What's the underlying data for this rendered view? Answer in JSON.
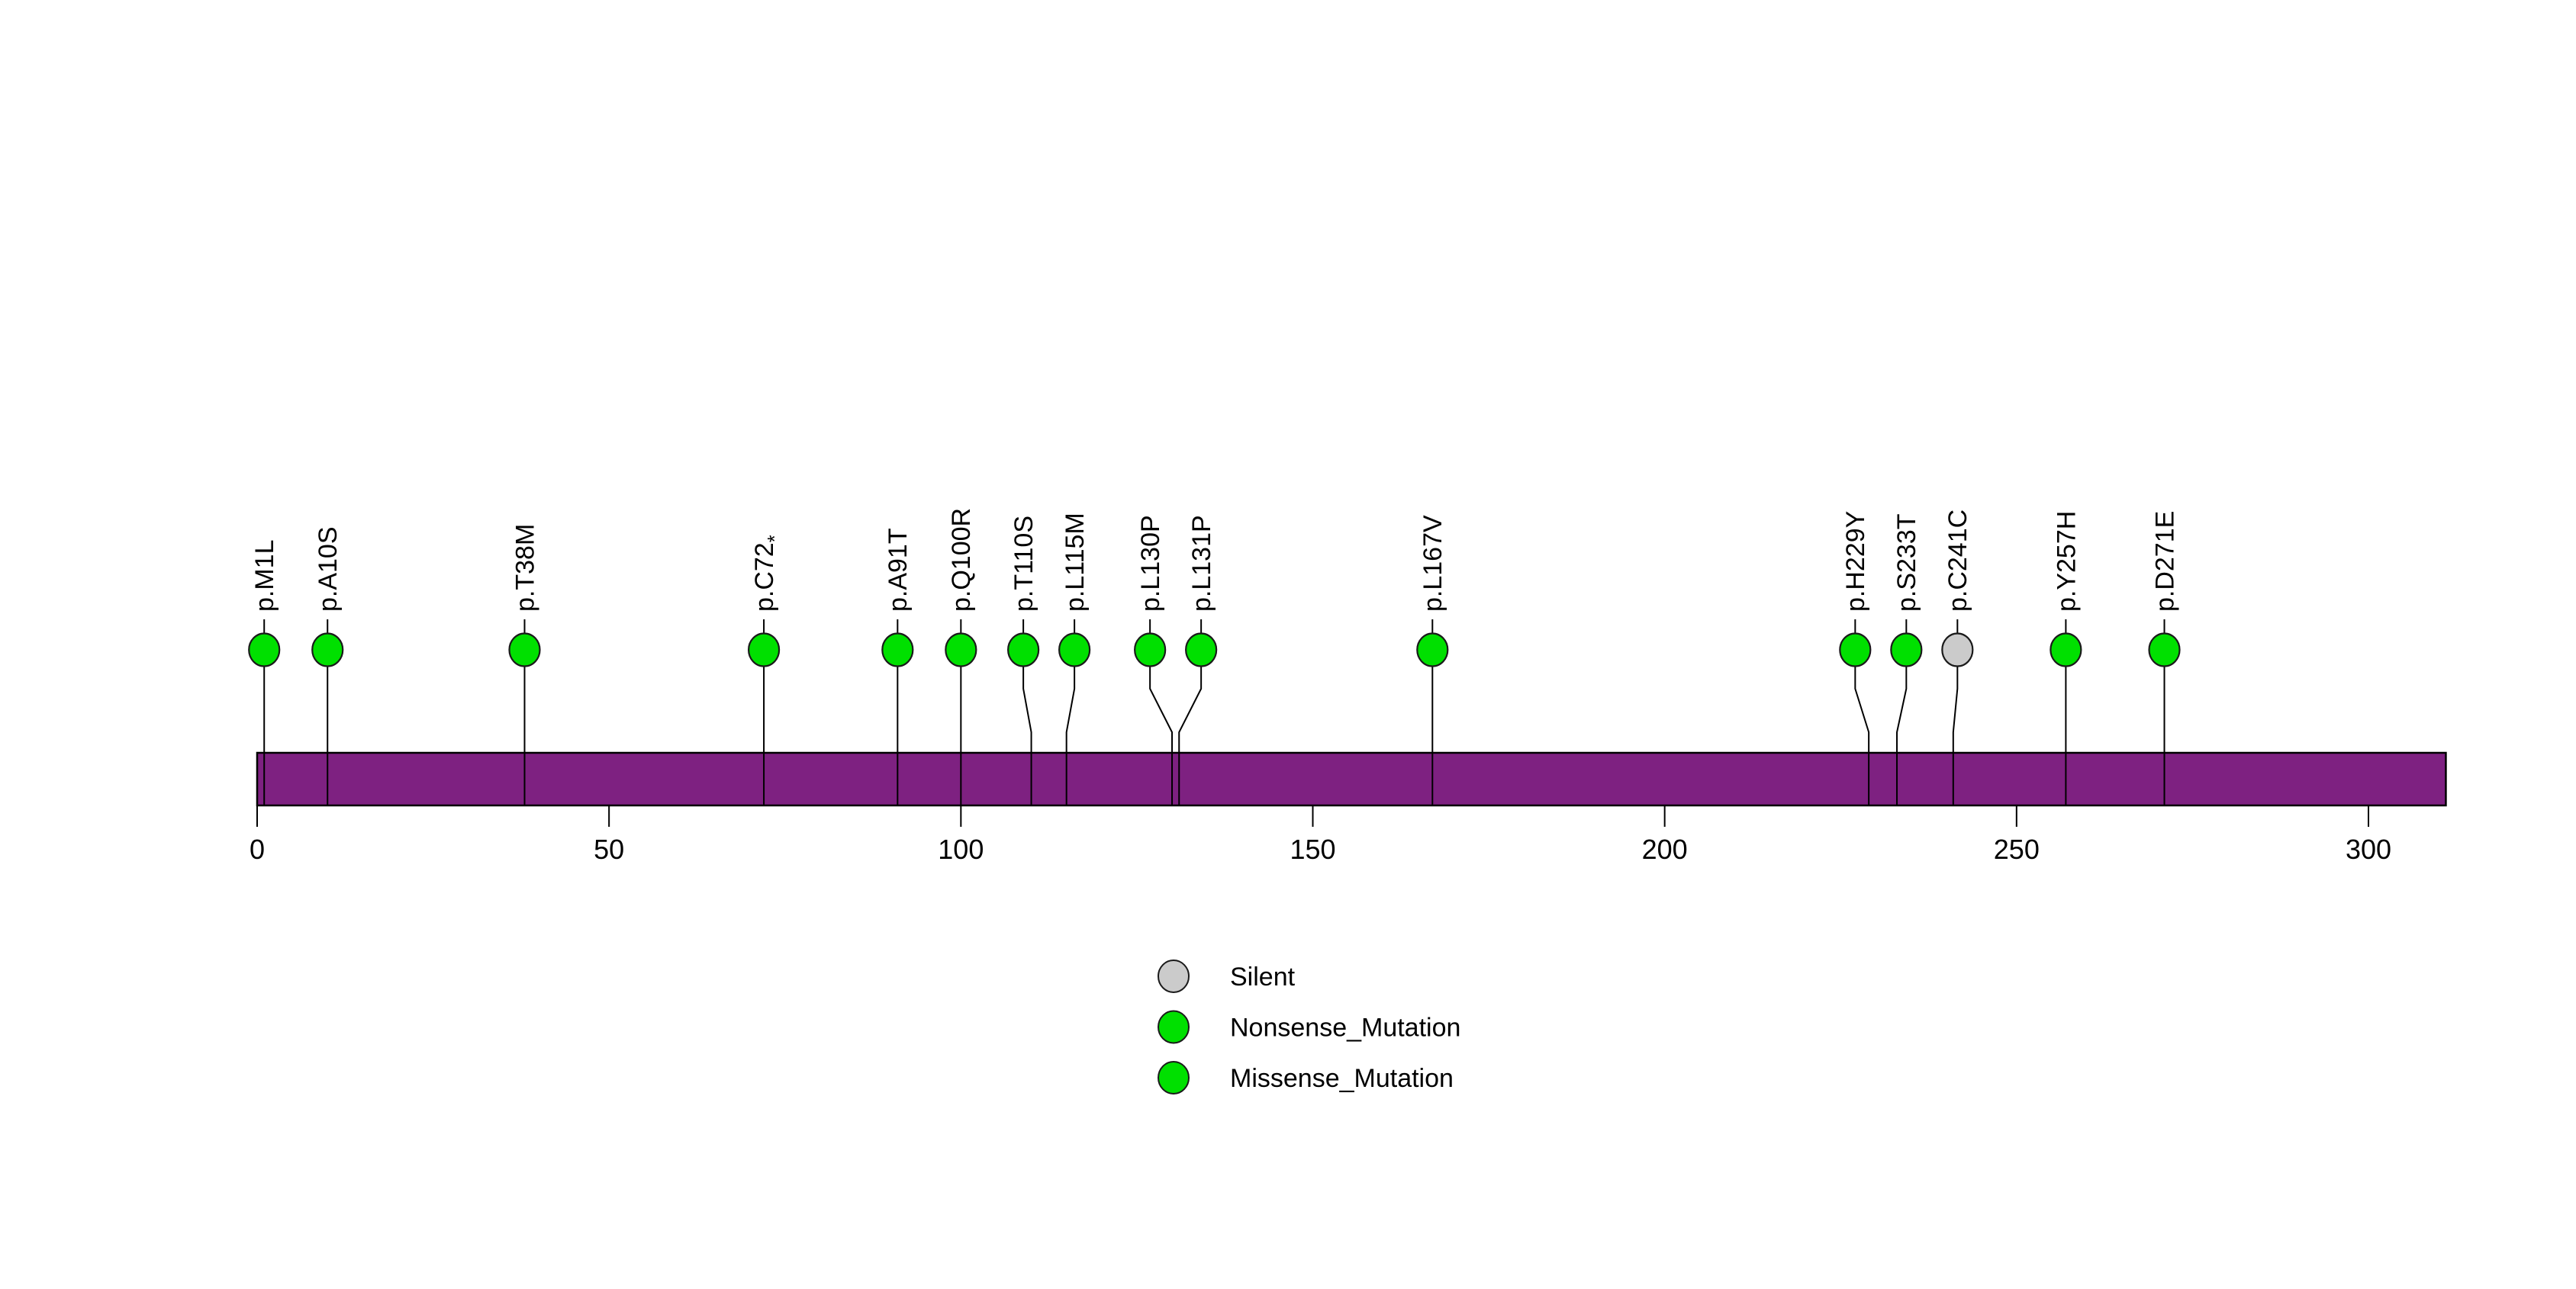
{
  "page": {
    "background": "#ffffff"
  },
  "chart_data": {
    "type": "lollipop",
    "protein_length": 311,
    "x_axis": {
      "min": 0,
      "max": 311,
      "ticks": [
        0,
        50,
        100,
        150,
        200,
        250,
        300
      ]
    },
    "backbone": {
      "color": "#7E2181",
      "start": 0,
      "end": 311
    },
    "classes": {
      "Silent": "#CBCBCB",
      "Nonsense_Mutation": "#00E000",
      "Missense_Mutation": "#00E000"
    },
    "mutations": [
      {
        "label": "p.M1L",
        "position": 1,
        "class": "Missense_Mutation"
      },
      {
        "label": "p.A10S",
        "position": 10,
        "class": "Missense_Mutation"
      },
      {
        "label": "p.T38M",
        "position": 38,
        "class": "Missense_Mutation"
      },
      {
        "label": "p.C72*",
        "position": 72,
        "class": "Nonsense_Mutation"
      },
      {
        "label": "p.A91T",
        "position": 91,
        "class": "Missense_Mutation"
      },
      {
        "label": "p.Q100R",
        "position": 100,
        "class": "Missense_Mutation"
      },
      {
        "label": "p.T110S",
        "position": 110,
        "class": "Missense_Mutation"
      },
      {
        "label": "p.L115M",
        "position": 115,
        "class": "Missense_Mutation"
      },
      {
        "label": "p.L130P",
        "position": 130,
        "class": "Missense_Mutation"
      },
      {
        "label": "p.L131P",
        "position": 131,
        "class": "Missense_Mutation"
      },
      {
        "label": "p.L167V",
        "position": 167,
        "class": "Missense_Mutation"
      },
      {
        "label": "p.H229Y",
        "position": 229,
        "class": "Missense_Mutation"
      },
      {
        "label": "p.S233T",
        "position": 233,
        "class": "Missense_Mutation"
      },
      {
        "label": "p.C241C",
        "position": 241,
        "class": "Silent"
      },
      {
        "label": "p.Y257H",
        "position": 257,
        "class": "Missense_Mutation"
      },
      {
        "label": "p.D271E",
        "position": 271,
        "class": "Missense_Mutation"
      }
    ],
    "legend": {
      "items": [
        {
          "label": "Silent",
          "color": "#CBCBCB"
        },
        {
          "label": "Nonsense_Mutation",
          "color": "#00E000"
        },
        {
          "label": "Missense_Mutation",
          "color": "#00E000"
        }
      ]
    }
  }
}
